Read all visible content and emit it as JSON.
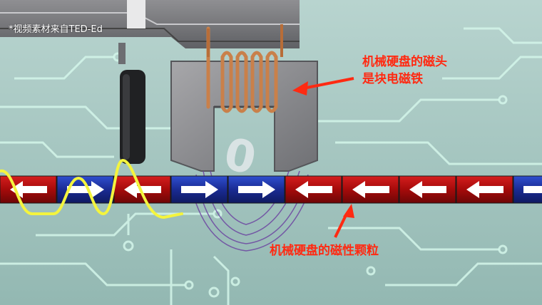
{
  "watermark": "*视频素材来自TED-Ed",
  "head_label": {
    "line1": "机械硬盘的磁头",
    "line2": "是块电磁铁"
  },
  "particle_label": "机械硬盘的磁性颗粒",
  "bit_value": "0",
  "particles": [
    {
      "direction": "left",
      "polarity": "red"
    },
    {
      "direction": "right",
      "polarity": "blue"
    },
    {
      "direction": "left",
      "polarity": "red"
    },
    {
      "direction": "right",
      "polarity": "blue"
    },
    {
      "direction": "right",
      "polarity": "blue"
    },
    {
      "direction": "left",
      "polarity": "red"
    },
    {
      "direction": "left",
      "polarity": "red"
    },
    {
      "direction": "left",
      "polarity": "red"
    },
    {
      "direction": "left",
      "polarity": "red"
    },
    {
      "direction": "right",
      "polarity": "blue"
    }
  ],
  "colors": {
    "background": "#a9c9c3",
    "circuit": "#c9f0e2",
    "red_particle": "#b10f0f",
    "blue_particle": "#1b2f9a",
    "callout": "#ff2a12",
    "signal_wave": "#f2f23c",
    "coil": "#c9804a"
  },
  "icons": [
    "head-arm-icon",
    "electromagnet-core-icon",
    "copper-coil-icon",
    "arrow-left-icon",
    "arrow-right-icon"
  ]
}
